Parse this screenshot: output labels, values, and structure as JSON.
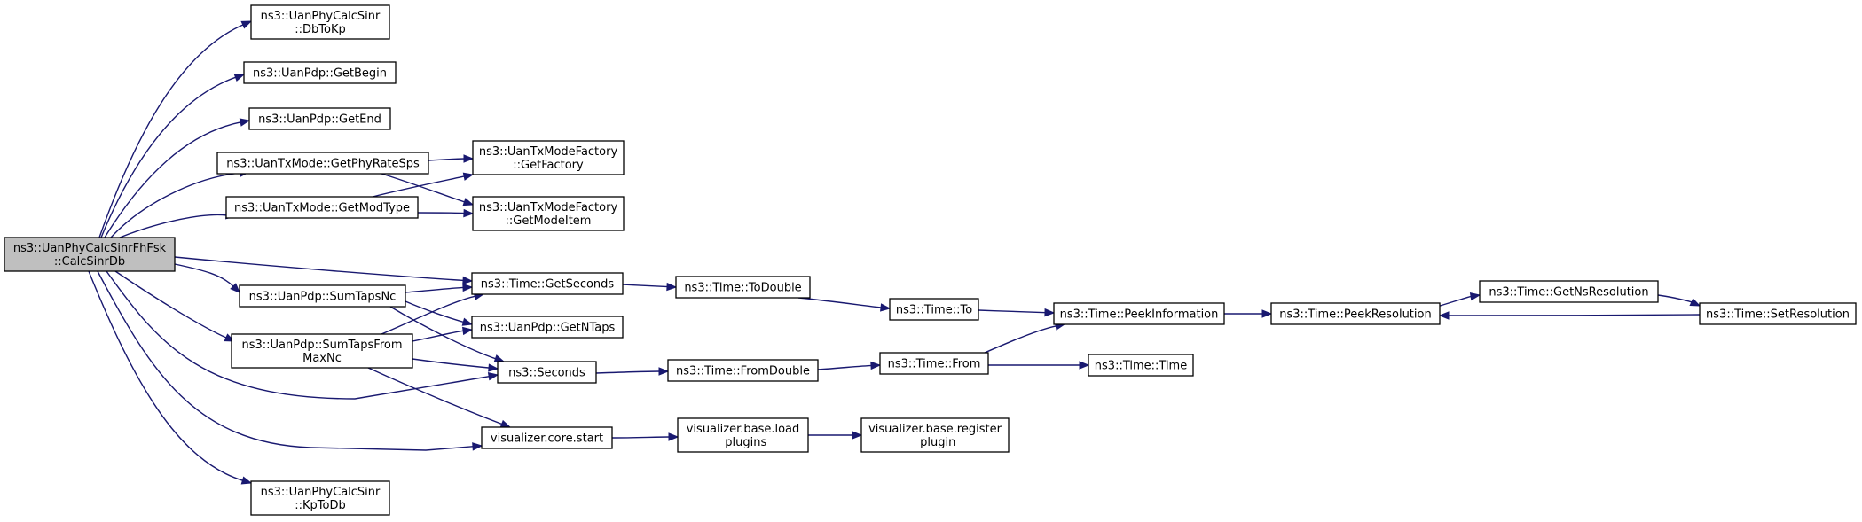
{
  "colors": {
    "edge": "#191970",
    "root_fill": "#bfbfbf",
    "node_fill": "#ffffff",
    "node_border": "#000000"
  },
  "nodes": [
    {
      "id": "root",
      "lines": [
        "ns3::UanPhyCalcSinrFhFsk",
        "::CalcSinrDb"
      ]
    },
    {
      "id": "dbtokp",
      "lines": [
        "ns3::UanPhyCalcSinr",
        "::DbToKp"
      ]
    },
    {
      "id": "getbegin",
      "lines": [
        "ns3::UanPdp::GetBegin"
      ]
    },
    {
      "id": "getend",
      "lines": [
        "ns3::UanPdp::GetEnd"
      ]
    },
    {
      "id": "getphyrate",
      "lines": [
        "ns3::UanTxMode::GetPhyRateSps"
      ]
    },
    {
      "id": "getmodtype",
      "lines": [
        "ns3::UanTxMode::GetModType"
      ]
    },
    {
      "id": "getfactory",
      "lines": [
        "ns3::UanTxModeFactory",
        "::GetFactory"
      ]
    },
    {
      "id": "getmodeitem",
      "lines": [
        "ns3::UanTxModeFactory",
        "::GetModeItem"
      ]
    },
    {
      "id": "sumtapsnc",
      "lines": [
        "ns3::UanPdp::SumTapsNc"
      ]
    },
    {
      "id": "sumtapsfrommax",
      "lines": [
        "ns3::UanPdp::SumTapsFrom",
        "MaxNc"
      ]
    },
    {
      "id": "getseconds",
      "lines": [
        "ns3::Time::GetSeconds"
      ]
    },
    {
      "id": "getntaps",
      "lines": [
        "ns3::UanPdp::GetNTaps"
      ]
    },
    {
      "id": "seconds",
      "lines": [
        "ns3::Seconds"
      ]
    },
    {
      "id": "vizstart",
      "lines": [
        "visualizer.core.start"
      ]
    },
    {
      "id": "kptodb",
      "lines": [
        "ns3::UanPhyCalcSinr",
        "::KpToDb"
      ]
    },
    {
      "id": "todouble",
      "lines": [
        "ns3::Time::ToDouble"
      ]
    },
    {
      "id": "fromdouble",
      "lines": [
        "ns3::Time::FromDouble"
      ]
    },
    {
      "id": "loadplugins",
      "lines": [
        "visualizer.base.load",
        "_plugins"
      ]
    },
    {
      "id": "timeto",
      "lines": [
        "ns3::Time::To"
      ]
    },
    {
      "id": "timefrom",
      "lines": [
        "ns3::Time::From"
      ]
    },
    {
      "id": "registerplugin",
      "lines": [
        "visualizer.base.register",
        "_plugin"
      ]
    },
    {
      "id": "peekinfo",
      "lines": [
        "ns3::Time::PeekInformation"
      ]
    },
    {
      "id": "timetime",
      "lines": [
        "ns3::Time::Time"
      ]
    },
    {
      "id": "peekres",
      "lines": [
        "ns3::Time::PeekResolution"
      ]
    },
    {
      "id": "getnsres",
      "lines": [
        "ns3::Time::GetNsResolution"
      ]
    },
    {
      "id": "setres",
      "lines": [
        "ns3::Time::SetResolution"
      ]
    }
  ],
  "edges": [
    {
      "from": "root",
      "to": "dbtokp"
    },
    {
      "from": "root",
      "to": "getbegin"
    },
    {
      "from": "root",
      "to": "getend"
    },
    {
      "from": "root",
      "to": "getphyrate"
    },
    {
      "from": "root",
      "to": "getmodtype"
    },
    {
      "from": "root",
      "to": "getseconds"
    },
    {
      "from": "root",
      "to": "sumtapsnc"
    },
    {
      "from": "root",
      "to": "sumtapsfrommax"
    },
    {
      "from": "root",
      "to": "seconds"
    },
    {
      "from": "root",
      "to": "vizstart"
    },
    {
      "from": "root",
      "to": "kptodb"
    },
    {
      "from": "getphyrate",
      "to": "getfactory"
    },
    {
      "from": "getphyrate",
      "to": "getmodeitem"
    },
    {
      "from": "getmodtype",
      "to": "getfactory"
    },
    {
      "from": "getmodtype",
      "to": "getmodeitem"
    },
    {
      "from": "sumtapsnc",
      "to": "getseconds"
    },
    {
      "from": "sumtapsnc",
      "to": "getntaps"
    },
    {
      "from": "sumtapsnc",
      "to": "seconds"
    },
    {
      "from": "sumtapsfrommax",
      "to": "getseconds"
    },
    {
      "from": "sumtapsfrommax",
      "to": "getntaps"
    },
    {
      "from": "sumtapsfrommax",
      "to": "seconds"
    },
    {
      "from": "sumtapsfrommax",
      "to": "vizstart"
    },
    {
      "from": "getseconds",
      "to": "todouble"
    },
    {
      "from": "seconds",
      "to": "fromdouble"
    },
    {
      "from": "vizstart",
      "to": "loadplugins"
    },
    {
      "from": "todouble",
      "to": "timeto"
    },
    {
      "from": "fromdouble",
      "to": "timefrom"
    },
    {
      "from": "loadplugins",
      "to": "registerplugin"
    },
    {
      "from": "timeto",
      "to": "peekinfo"
    },
    {
      "from": "timefrom",
      "to": "peekinfo"
    },
    {
      "from": "timefrom",
      "to": "timetime"
    },
    {
      "from": "peekinfo",
      "to": "peekres"
    },
    {
      "from": "peekres",
      "to": "getnsres"
    },
    {
      "from": "getnsres",
      "to": "setres"
    },
    {
      "from": "setres",
      "to": "peekres"
    }
  ]
}
